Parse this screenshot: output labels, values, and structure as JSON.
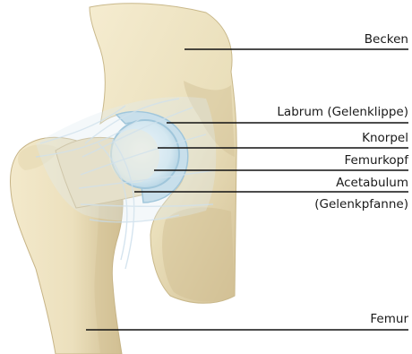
{
  "labels": {
    "becken": "Becken",
    "labrum": "Labrum (Gelenklippe)",
    "knorpel": "Knorpel",
    "femurkopf": "Femurkopf",
    "acetabulum_line1": "Acetabulum",
    "acetabulum_line2": "(Gelenkpfanne)",
    "femur": "Femur"
  },
  "colors": {
    "bone": "#efe5c4",
    "bone_shadow": "#cdbb8d",
    "cartilage": "#cfe6f1",
    "cartilage_edge": "#7fb3cf",
    "ligament": "#d9e7ef",
    "leader_line": "#111111"
  }
}
